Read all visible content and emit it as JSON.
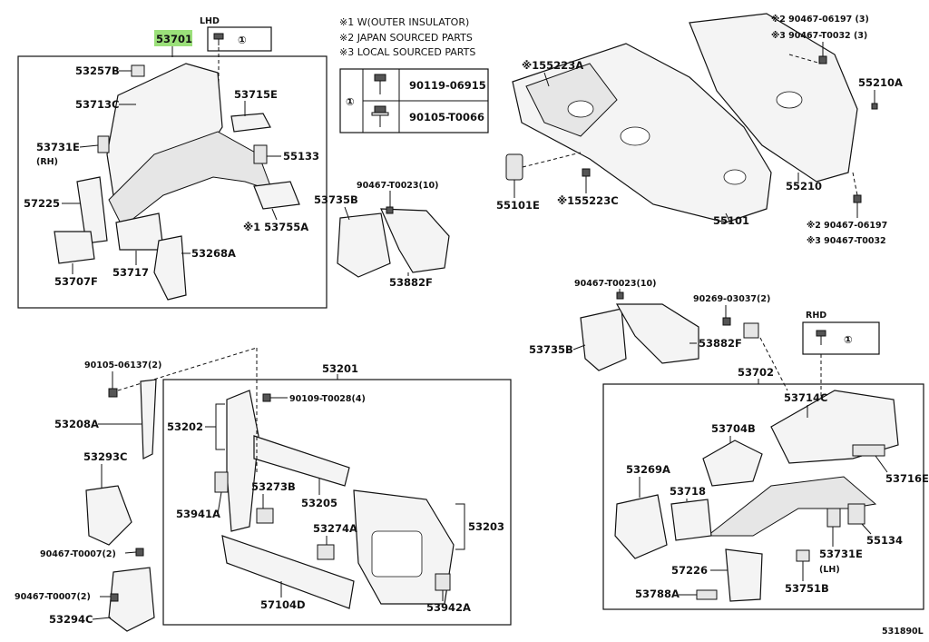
{
  "highlight_color": "#9be07a",
  "legend": {
    "notes": [
      "※1 W(OUTER INSULATOR)",
      "※2 JAPAN SOURCED PARTS",
      "※3 LOCAL SOURCED PARTS"
    ],
    "symbol": "①",
    "parts": [
      "90119-06915",
      "90105-T0066"
    ]
  },
  "lhd": {
    "tag": "LHD",
    "symbol": "①",
    "main_part": "53701"
  },
  "rhd": {
    "tag": "RHD",
    "symbol": "①",
    "main_part": "53702"
  },
  "labels": {
    "p53257B": "53257B",
    "p53713C": "53713C",
    "p53715E": "53715E",
    "p53731E_rh": "53731E",
    "rh": "(RH)",
    "p55133": "55133",
    "p57225": "57225",
    "p53755A": "※1 53755A",
    "p53707F": "53707F",
    "p53717": "53717",
    "p53268A": "53268A",
    "p90467_T0023_a": "90467-T0023(10)",
    "p53735B_a": "53735B",
    "p53882F_a": "53882F",
    "p155223A": "※155223A",
    "p55101E": "55101E",
    "p155223C": "※155223C",
    "p55101": "55101",
    "p90467_06197_a": "※2 90467-06197 (3)",
    "p90467_T0032_a": "※3 90467-T0032 (3)",
    "p55210A": "55210A",
    "p55210": "55210",
    "p90467_06197_b": "※2 90467-06197",
    "p90467_T0032_b": "※3 90467-T0032",
    "p90467_T0023_b": "90467-T0023(10)",
    "p90269_03037": "90269-03037(2)",
    "p53735B_b": "53735B",
    "p53882F_b": "53882F",
    "p90105_06137": "90105-06137(2)",
    "p53201": "53201",
    "p90109_T0028": "90109-T0028(4)",
    "p53208A": "53208A",
    "p53202": "53202",
    "p53293C": "53293C",
    "p53273B": "53273B",
    "p53941A": "53941A",
    "p53205": "53205",
    "p53274A": "53274A",
    "p53203": "53203",
    "p90467_T0007_a": "90467-T0007(2)",
    "p90467_T0007_b": "90467-T0007(2)",
    "p57104D": "57104D",
    "p53942A": "53942A",
    "p53294C": "53294C",
    "p53714C": "53714C",
    "p53704B": "53704B",
    "p53269A": "53269A",
    "p53718": "53718",
    "p53716E": "53716E",
    "p55134": "55134",
    "p53731E_lh": "53731E",
    "lh": "(LH)",
    "p57226": "57226",
    "p53788A": "53788A",
    "p53751B": "53751B"
  },
  "diagram_code": "531890L"
}
